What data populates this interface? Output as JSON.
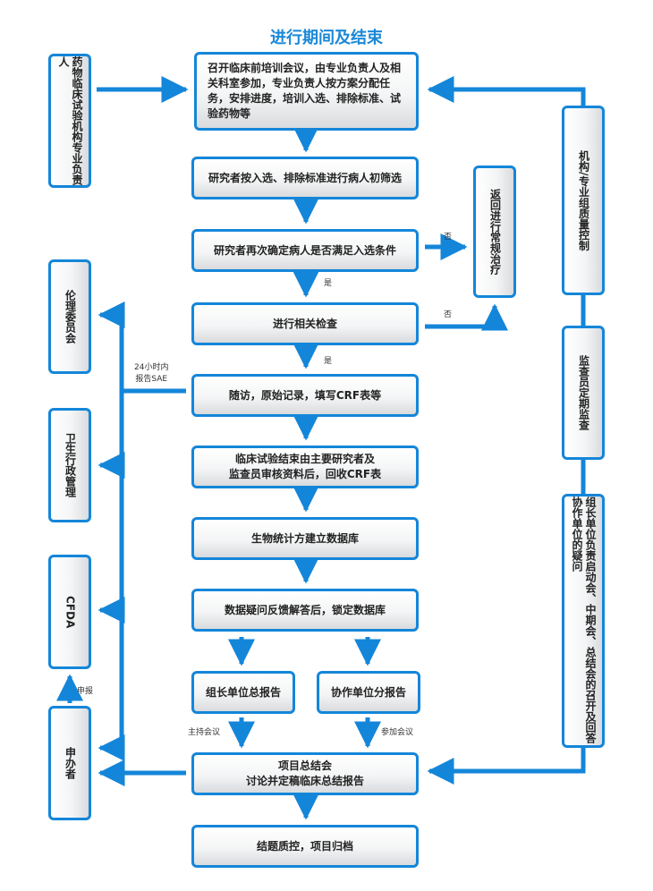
{
  "title": "进行期间及结束",
  "steps": {
    "s1": "召开临床前培训会议，由专业负责人及相关科室参加，专业负责人按方案分配任务，安排进度，培训入选、排除标准、试验药物等",
    "s2": "研究者按入选、排除标准进行病人初筛选",
    "s3": "研究者再次确定病人是否满足入选条件",
    "s4": "进行相关检查",
    "s5": "随访，原始记录，填写CRF表等",
    "s6": "临床试验结束由主要研究者及\n监查员审核资料后，回收CRF表",
    "s7": "生物统计方建立数据库",
    "s8": "数据疑问反馈解答后，锁定数据库",
    "s9a": "组长单位总报告",
    "s9b": "协作单位分报告",
    "s10": "项目总结会\n讨论并定稿临床总结报告",
    "s11": "结题质控，项目归档"
  },
  "left": {
    "inst": "药物临床试验机构专业负责人",
    "ethics": "伦理委员会",
    "health": "卫生行政管理",
    "cfda": "CFDA",
    "sponsor": "申办者"
  },
  "right": {
    "return": "返回进行常规治疗",
    "qc": "机构/专业组质量控制",
    "monitor": "监查员定期监查",
    "leader": "组长单位负责启动会、中期会、总结会的召开及回答协作单位的疑问"
  },
  "labels": {
    "no": "否",
    "yes": "是",
    "sae": "24小时内\n报告SAE",
    "declare": "申报",
    "host": "主持会议",
    "attend": "参加会议"
  },
  "colors": {
    "accent": "#1486d9",
    "title": "#1a88d8"
  }
}
